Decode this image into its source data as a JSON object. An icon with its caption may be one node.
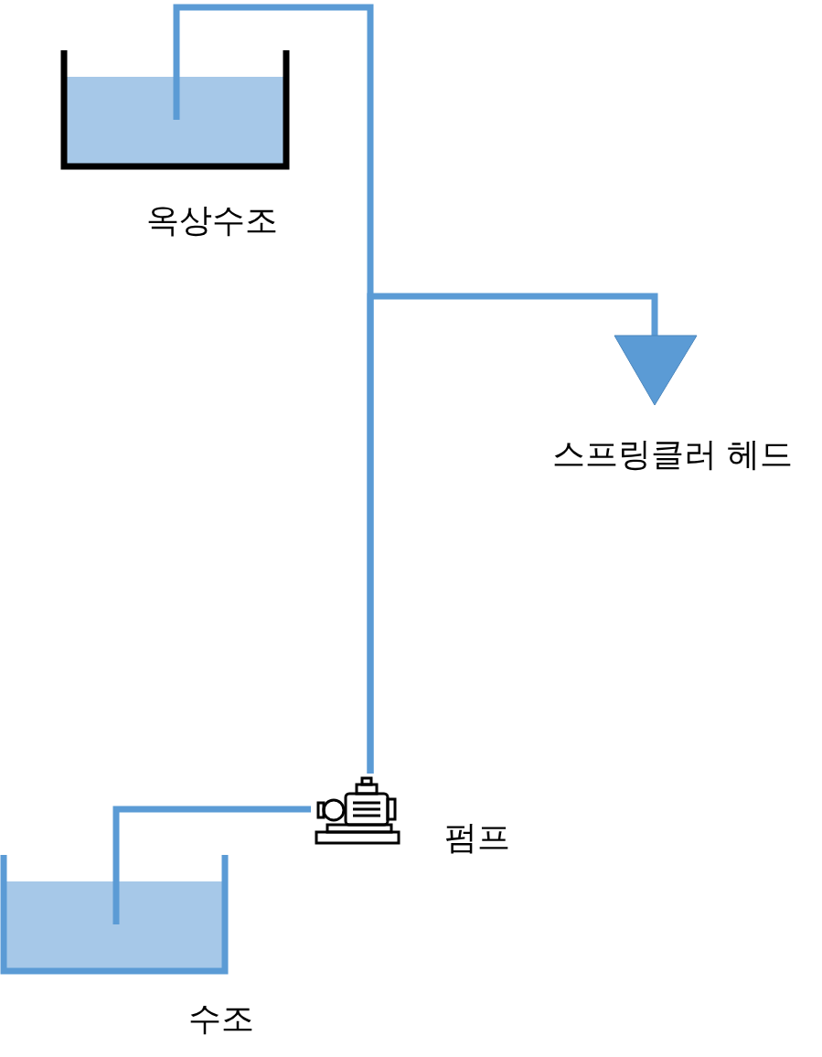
{
  "diagram": {
    "nodes": [
      {
        "text": [
          "옥상수조"
        ]
      },
      {
        "text": [
          "스프링클러 헤드"
        ]
      },
      {
        "text": [
          "펌프"
        ]
      },
      {
        "text": [
          "수조"
        ]
      }
    ],
    "edges": [
      {
        "from": 3,
        "to": 2,
        "arrow": "none"
      },
      {
        "from": 2,
        "to": 0,
        "arrow": "none"
      },
      {
        "from": 2,
        "to": 1,
        "arrow": "none"
      }
    ]
  }
}
